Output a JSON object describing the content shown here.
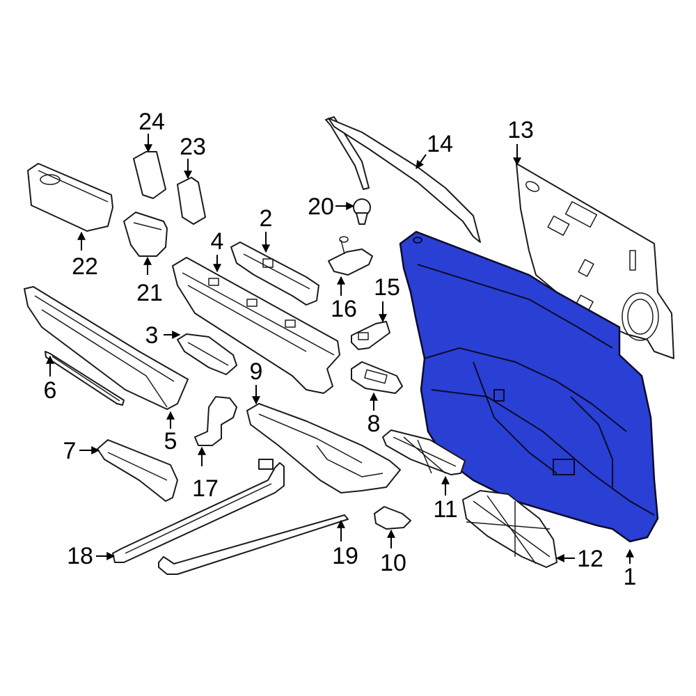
{
  "callouts": [
    {
      "id": "1",
      "label": "1"
    },
    {
      "id": "2",
      "label": "2"
    },
    {
      "id": "3",
      "label": "3"
    },
    {
      "id": "4",
      "label": "4"
    },
    {
      "id": "5",
      "label": "5"
    },
    {
      "id": "6",
      "label": "6"
    },
    {
      "id": "7",
      "label": "7"
    },
    {
      "id": "8",
      "label": "8"
    },
    {
      "id": "9",
      "label": "9"
    },
    {
      "id": "10",
      "label": "10"
    },
    {
      "id": "11",
      "label": "11"
    },
    {
      "id": "12",
      "label": "12"
    },
    {
      "id": "13",
      "label": "13"
    },
    {
      "id": "14",
      "label": "14"
    },
    {
      "id": "15",
      "label": "15"
    },
    {
      "id": "16",
      "label": "16"
    },
    {
      "id": "17",
      "label": "17"
    },
    {
      "id": "18",
      "label": "18"
    },
    {
      "id": "19",
      "label": "19"
    },
    {
      "id": "20",
      "label": "20"
    },
    {
      "id": "21",
      "label": "21"
    },
    {
      "id": "22",
      "label": "22"
    },
    {
      "id": "23",
      "label": "23"
    },
    {
      "id": "24",
      "label": "24"
    }
  ],
  "highlight_color": "#2a3fd4",
  "highlighted_part": "1"
}
